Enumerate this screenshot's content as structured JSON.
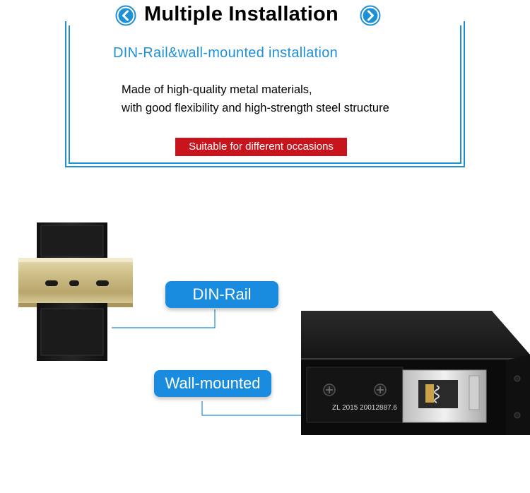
{
  "header": {
    "title": "Multiple Installation",
    "prev_icon": "chevron-left-icon",
    "next_icon": "chevron-right-icon"
  },
  "intro": {
    "subtitle": "DIN-Rail&wall-mounted installation",
    "line1": "Made of high-quality metal materials,",
    "line2": "with good flexibility and high-strength steel structure",
    "badge": "Suitable for different occasions"
  },
  "labels": {
    "din_rail": "DIN-Rail",
    "wall_mounted": "Wall-mounted"
  },
  "device": {
    "plate_text": "ZL 2015 20012887.6"
  },
  "colors": {
    "accent_blue": "#1a8ce0",
    "badge_red": "#c8151d"
  }
}
